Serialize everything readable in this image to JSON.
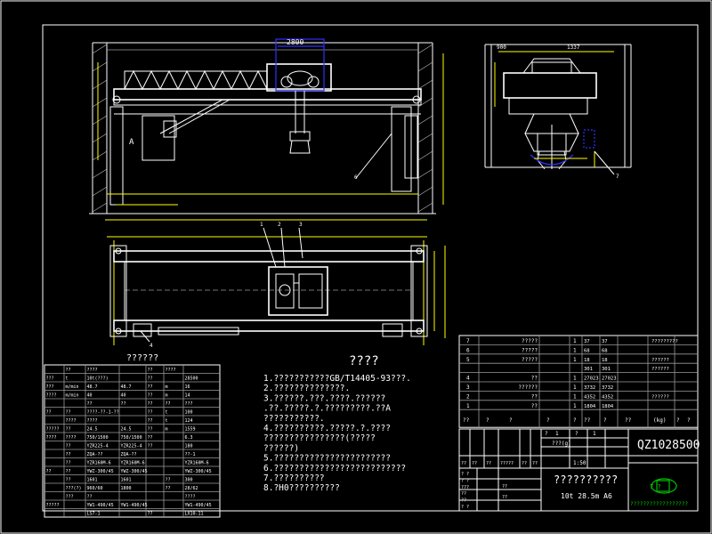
{
  "colors": {
    "background": "#000000",
    "line": "#ffffff",
    "dimension": "#ffff00",
    "highlight": "#3030ff",
    "logo": "#00c000"
  },
  "elevation": {
    "span_dim": "2800",
    "trolley_gauge": "2800",
    "section_label": "A",
    "callout_1": "6"
  },
  "side_view": {
    "dim_left": "900",
    "dim_right": "1337",
    "callout_7": "7"
  },
  "plan": {
    "view_label": "??????",
    "callouts": [
      "1",
      "2",
      "3",
      "4"
    ]
  },
  "notes": {
    "title": "????",
    "lines": [
      "1.???????????GB/T14405-93???.",
      "2.??????????????.",
      "3.??????.???.????.??????",
      "   .??.?????.?.?????????.??A",
      "   ???????????.",
      "4.??????????.?????.?.????",
      "   ????????????????(?????",
      "   ??????)",
      "5.???????????????????????",
      "6.??????????????????????????",
      "7.??????????",
      "8.?H0??????????"
    ]
  },
  "spec_table": {
    "header": [
      "",
      "??",
      "????",
      "",
      "??",
      "????",
      ""
    ],
    "rows": [
      [
        "???",
        "t",
        "10t(???)",
        "",
        "??",
        "",
        "28500"
      ],
      [
        "???",
        "m/min",
        "48.7",
        "48.7",
        "??",
        "m",
        "16"
      ],
      [
        "????",
        "m/min",
        "40",
        "40",
        "??",
        "m",
        "14"
      ],
      [
        "",
        "",
        "??",
        "??",
        "??",
        "??",
        "???"
      ],
      [
        "??",
        "??",
        "????-??-1-??",
        "",
        "??",
        "t",
        "100"
      ],
      [
        "",
        "????",
        "????",
        "",
        "??",
        "t",
        "124"
      ],
      [
        "?????",
        "??",
        "24.5",
        "24.5",
        "??",
        "m",
        "1559"
      ],
      [
        "????",
        "????",
        "750/1500",
        "750/1500",
        "??",
        "",
        "6.3"
      ],
      [
        "",
        "??",
        "YZR225-4",
        "YZR225-4",
        "??",
        "",
        "180"
      ],
      [
        "",
        "??",
        "ZQA-??",
        "ZQA-??",
        "",
        "",
        "??-1"
      ],
      [
        "",
        "??",
        "YZR160M-6",
        "YZR160M-6",
        "",
        "",
        "YZR160M-6"
      ],
      [
        "??",
        "??",
        "YWZ-300/45",
        "YWZ-300/45",
        "",
        "",
        "YWZ-300/45"
      ],
      [
        "",
        "??",
        "1601",
        "1601",
        "",
        "??",
        "300"
      ],
      [
        "",
        "???(?)",
        "960/60",
        "1800",
        "",
        "??",
        "28/62"
      ],
      [
        "",
        "???",
        "??",
        "",
        "",
        "",
        "????"
      ],
      [
        "?????",
        "",
        "YW1-490/45",
        "YW1-490/45",
        "",
        "",
        "YW1-490/45"
      ],
      [
        "",
        "",
        "LS7-1",
        "",
        "??",
        "",
        "LX10-11"
      ]
    ]
  },
  "parts_list": {
    "rows": [
      {
        "no": "7",
        "name": "?????",
        "qty": "1",
        "mat": "37",
        "mat2": "37",
        "remark": "?????????"
      },
      {
        "no": "6",
        "name": "?????",
        "qty": "1",
        "mat": "68",
        "mat2": "68",
        "remark": ""
      },
      {
        "no": "5",
        "name": "?????",
        "qty": "1",
        "mat": "18",
        "mat2": "18",
        "remark": "??????"
      },
      {
        "no": "",
        "name": "",
        "qty": "",
        "mat": "301",
        "mat2": "301",
        "remark": "??????"
      },
      {
        "no": "4",
        "name": "??",
        "qty": "1",
        "mat": "27023",
        "mat2": "27023",
        "remark": ""
      },
      {
        "no": "3",
        "name": "??????",
        "qty": "1",
        "mat": "3732",
        "mat2": "3732",
        "remark": ""
      },
      {
        "no": "2",
        "name": "??",
        "qty": "1",
        "mat": "4352",
        "mat2": "4352",
        "remark": "??????"
      },
      {
        "no": "1",
        "name": "??",
        "qty": "1",
        "mat": "1804",
        "mat2": "1804",
        "remark": ""
      }
    ],
    "header": [
      "??",
      "?",
      "?",
      "?",
      "?",
      "??",
      "?",
      "??",
      "(kg)",
      "?",
      "?"
    ]
  },
  "title_block": {
    "drawing_no": "QZ1028500",
    "name": "??????????",
    "subtitle": "10t  28.5m A6",
    "scale": "1:50",
    "weight_label": "???(g)",
    "marks": [
      "?",
      "1",
      "?",
      "1"
    ],
    "sign_labels": [
      "??",
      "??",
      "??",
      "?????",
      "??",
      "??"
    ],
    "sign_rows": [
      "? ?",
      "? ?",
      "???",
      "??",
      "??",
      "? ?"
    ],
    "side_rows": [
      "??",
      "??"
    ],
    "logo_text": "7 ?",
    "company": "??????????????????"
  }
}
